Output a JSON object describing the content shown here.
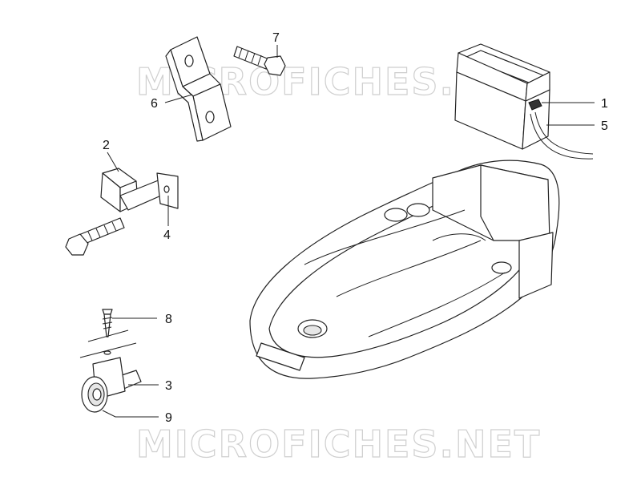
{
  "watermark": "MICROFICHES.NET",
  "callouts": [
    {
      "id": "1",
      "part": "battery-clamp"
    },
    {
      "id": "5",
      "part": "battery-vent-hose"
    },
    {
      "id": "7",
      "part": "bracket-bolt"
    },
    {
      "id": "6",
      "part": "mounting-bracket"
    },
    {
      "id": "2",
      "part": "relay"
    },
    {
      "id": "4",
      "part": "relay-bracket"
    },
    {
      "id": "8",
      "part": "screw"
    },
    {
      "id": "3",
      "part": "clip-nut"
    },
    {
      "id": "9",
      "part": "horn"
    }
  ]
}
